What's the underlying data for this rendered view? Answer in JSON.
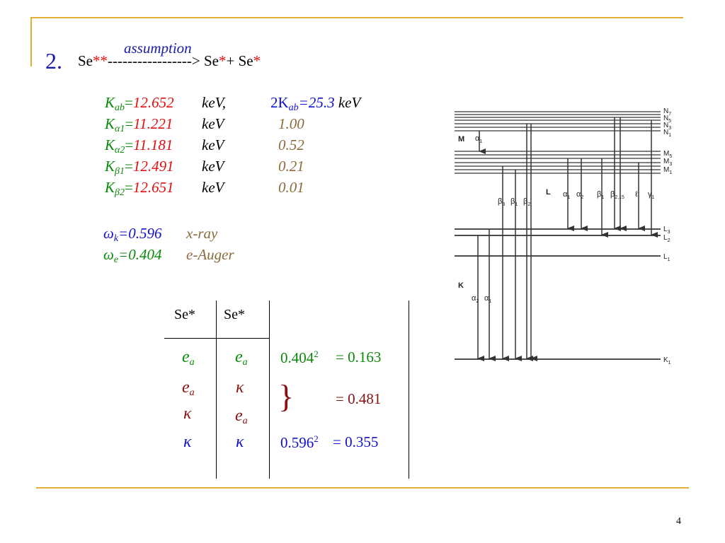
{
  "slide": {
    "number": "2.",
    "assumption": "assumption",
    "reaction": {
      "left": "Se",
      "left_stars": "**",
      "dashes": "-----------------> Se",
      "star1": "*",
      "plus": "+ Se",
      "star2": "*"
    }
  },
  "energies": [
    {
      "sym": "K",
      "sub": "ab",
      "eq": "=",
      "val": "12.652",
      "unit": "keV,"
    },
    {
      "sym": "K",
      "sub": "α1",
      "eq": "=",
      "val": "11.221",
      "unit": "keV",
      "rel": "1.00"
    },
    {
      "sym": "K",
      "sub": "α2",
      "eq": "=",
      "val": "11.181",
      "unit": "keV",
      "rel": "0.52"
    },
    {
      "sym": "K",
      "sub": "β1",
      "eq": "=",
      "val": "12.491",
      "unit": "keV",
      "rel": "0.21"
    },
    {
      "sym": "K",
      "sub": "β2",
      "eq": "=",
      "val": "12.651",
      "unit": "keV",
      "rel": "0.01"
    }
  ],
  "double": {
    "prefix": "2K",
    "sub": "ab",
    "val": "=25.3",
    "unit": "keV"
  },
  "yields": [
    {
      "sym": "ω",
      "sub": "k",
      "val": "=0.596",
      "label": "x-ray"
    },
    {
      "sym": "ω",
      "sub": "e",
      "val": "=0.404",
      "label": "e-Auger"
    }
  ],
  "table": {
    "headers": [
      "Se*",
      "Se*"
    ],
    "rows": [
      {
        "a": "e",
        "a_sub": "a",
        "b": "e",
        "b_sub": "a"
      },
      {
        "a": "e",
        "a_sub": "a",
        "b": "κ",
        "b_sub": ""
      },
      {
        "a": "κ",
        "a_sub": "",
        "b": "e",
        "b_sub": "a"
      },
      {
        "a": "κ",
        "a_sub": "",
        "b": "κ",
        "b_sub": ""
      }
    ],
    "results": [
      {
        "base": "0.404",
        "exp": "2",
        "value": "= 0.163"
      },
      {
        "brace": "}",
        "value": "= 0.481"
      },
      {
        "base": "0.596",
        "exp": "2",
        "value": "= 0.355"
      }
    ]
  },
  "diagram": {
    "shell_M": "M",
    "shell_L": "L",
    "shell_K": "K",
    "levels": {
      "N7": "N",
      "N7s": "7",
      "N5": "N",
      "N5s": "5",
      "N3": "N",
      "N3s": "3",
      "N1": "N",
      "N1s": "1",
      "M5": "M",
      "M5s": "5",
      "M3": "M",
      "M3s": "3",
      "M1": "M",
      "M1s": "1",
      "L3": "L",
      "L3s": "3",
      "L2": "L",
      "L2s": "2",
      "L1": "L",
      "L1s": "1",
      "K1": "K",
      "K1s": "1"
    },
    "lines": {
      "Ma1": "α",
      "Ma1s": "1",
      "b3": "β",
      "b3s": "3",
      "b1": "β",
      "b1s": "1",
      "b2": "β",
      "b2s": "2",
      "La1": "α",
      "La1s": "1",
      "La2": "α",
      "La2s": "2",
      "Lb1": "β",
      "Lb1s": "1",
      "Lb215": "β",
      "Lb215s": "2,15",
      "Ll": "ℓ",
      "Lg1": "γ",
      "Lg1s": "1",
      "Ka2": "α",
      "Ka2s": "2",
      "Ka1": "α",
      "Ka1s": "1"
    }
  },
  "page": "4"
}
